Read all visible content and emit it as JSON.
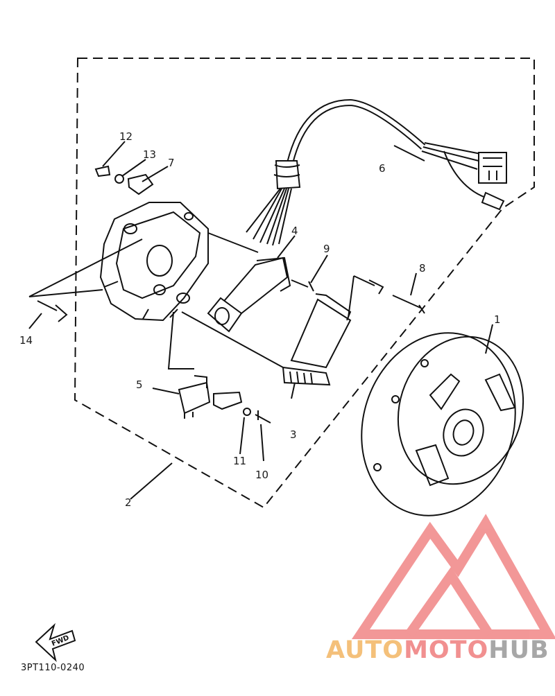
{
  "callouts": {
    "1": "1",
    "2": "2",
    "3": "3",
    "4": "4",
    "5": "5",
    "6": "6",
    "7": "7",
    "8": "8",
    "9": "9",
    "10": "10",
    "11": "11",
    "12": "12",
    "13": "13",
    "14": "14"
  },
  "fwd_label": "FWD",
  "part_code": "3PT110-0240",
  "brand": {
    "part1": "AUTO",
    "part2": "MOTO",
    "part3": "HUB"
  },
  "colors": {
    "line": "#111111",
    "brand_auto": "#f4c07a",
    "brand_moto": "#f19090",
    "brand_hub": "#a7a7a7",
    "logo": "#f07e7e"
  }
}
